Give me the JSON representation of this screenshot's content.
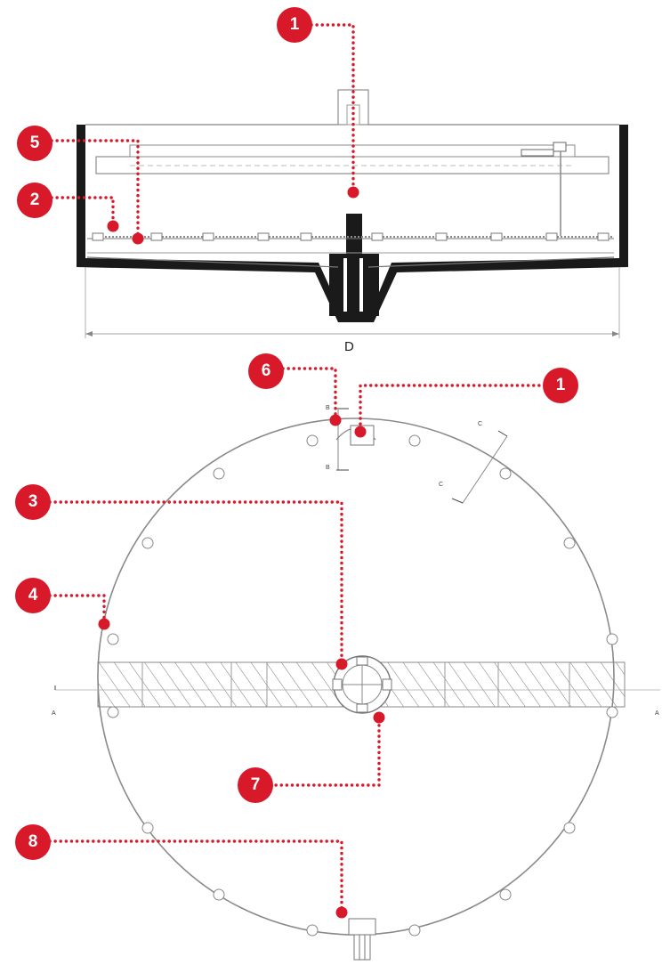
{
  "colors": {
    "accent": "#d7192a",
    "line": "#8a8a8a",
    "wall": "#1a1a1a"
  },
  "callouts": {
    "c1_top": "1",
    "c5": "5",
    "c2": "2",
    "c6": "6",
    "c1_plan": "1",
    "c3": "3",
    "c4": "4",
    "c7": "7",
    "c8": "8"
  },
  "dimension_label": "D",
  "section_marks": {
    "a": "A",
    "b": "B",
    "c": "C"
  }
}
